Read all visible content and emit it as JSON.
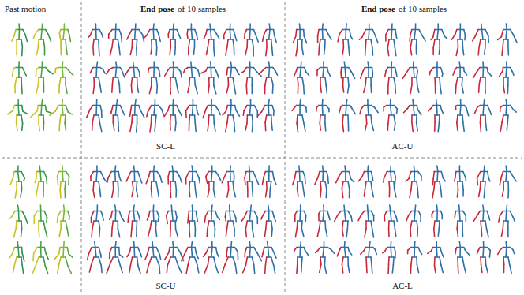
{
  "diagram": {
    "labels": [
      "Past motion",
      "End pose",
      "of 10 samples",
      "End pose",
      "of 10 samples",
      "SC-L",
      "AC-U",
      "SC-U",
      "AC-L"
    ]
  }
}
